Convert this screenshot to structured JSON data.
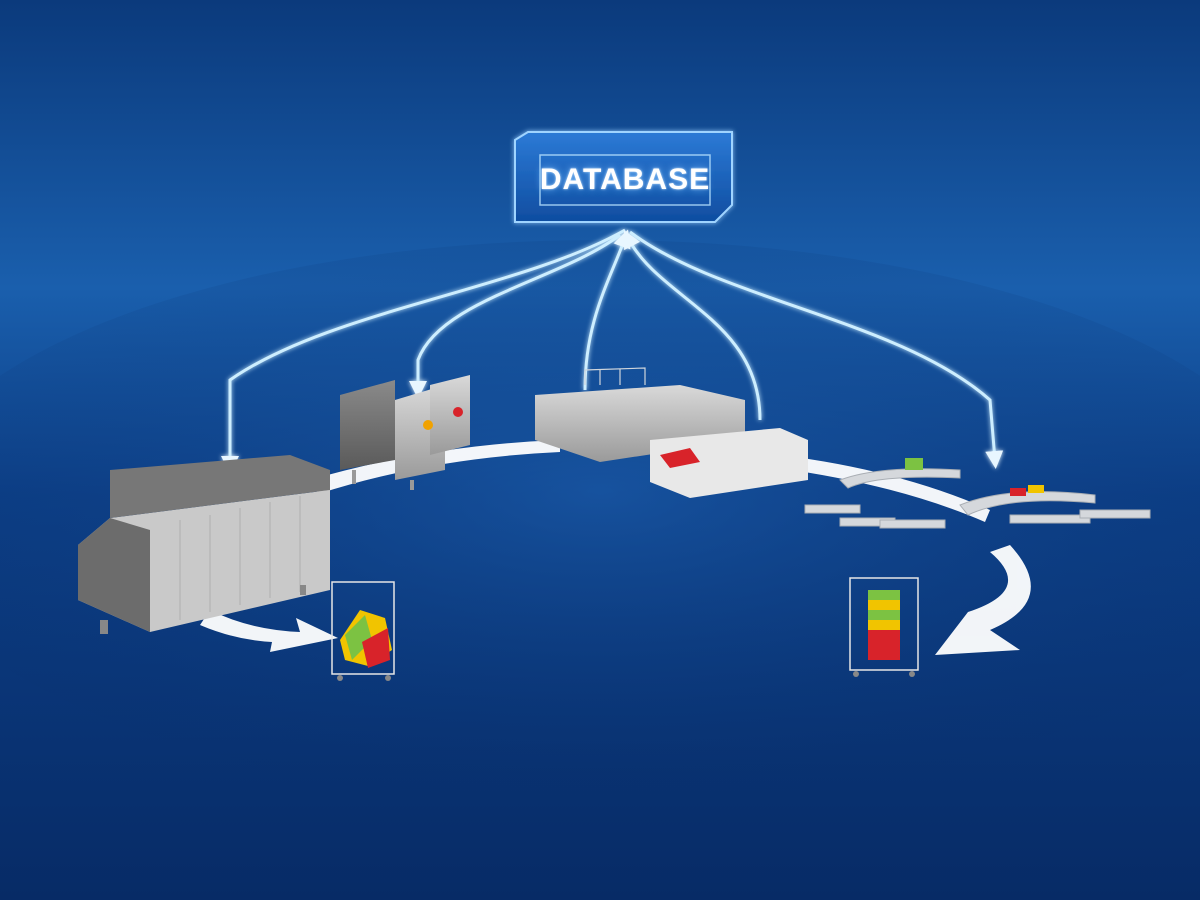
{
  "diagram": {
    "hub_label": "DATABASE"
  },
  "colors": {
    "background_top": "#0d3f82",
    "background_mid": "#1a5fad",
    "background_bottom": "#082c68",
    "glow": "#bfe6ff",
    "flow_arrow": "#ffffff",
    "machine_dark": "#6e6e6e",
    "machine_light": "#dcdcdc",
    "linen_red": "#d8232a",
    "linen_green": "#7cc242",
    "linen_yellow": "#f1c400"
  },
  "icons": {
    "hub": "database-panel",
    "stations": [
      "conveyor-tunnel-washer",
      "press-dryer-unit",
      "ironer-line",
      "sorting-tables"
    ],
    "carts": [
      "soiled-linen-cart",
      "folded-linen-cart"
    ]
  }
}
